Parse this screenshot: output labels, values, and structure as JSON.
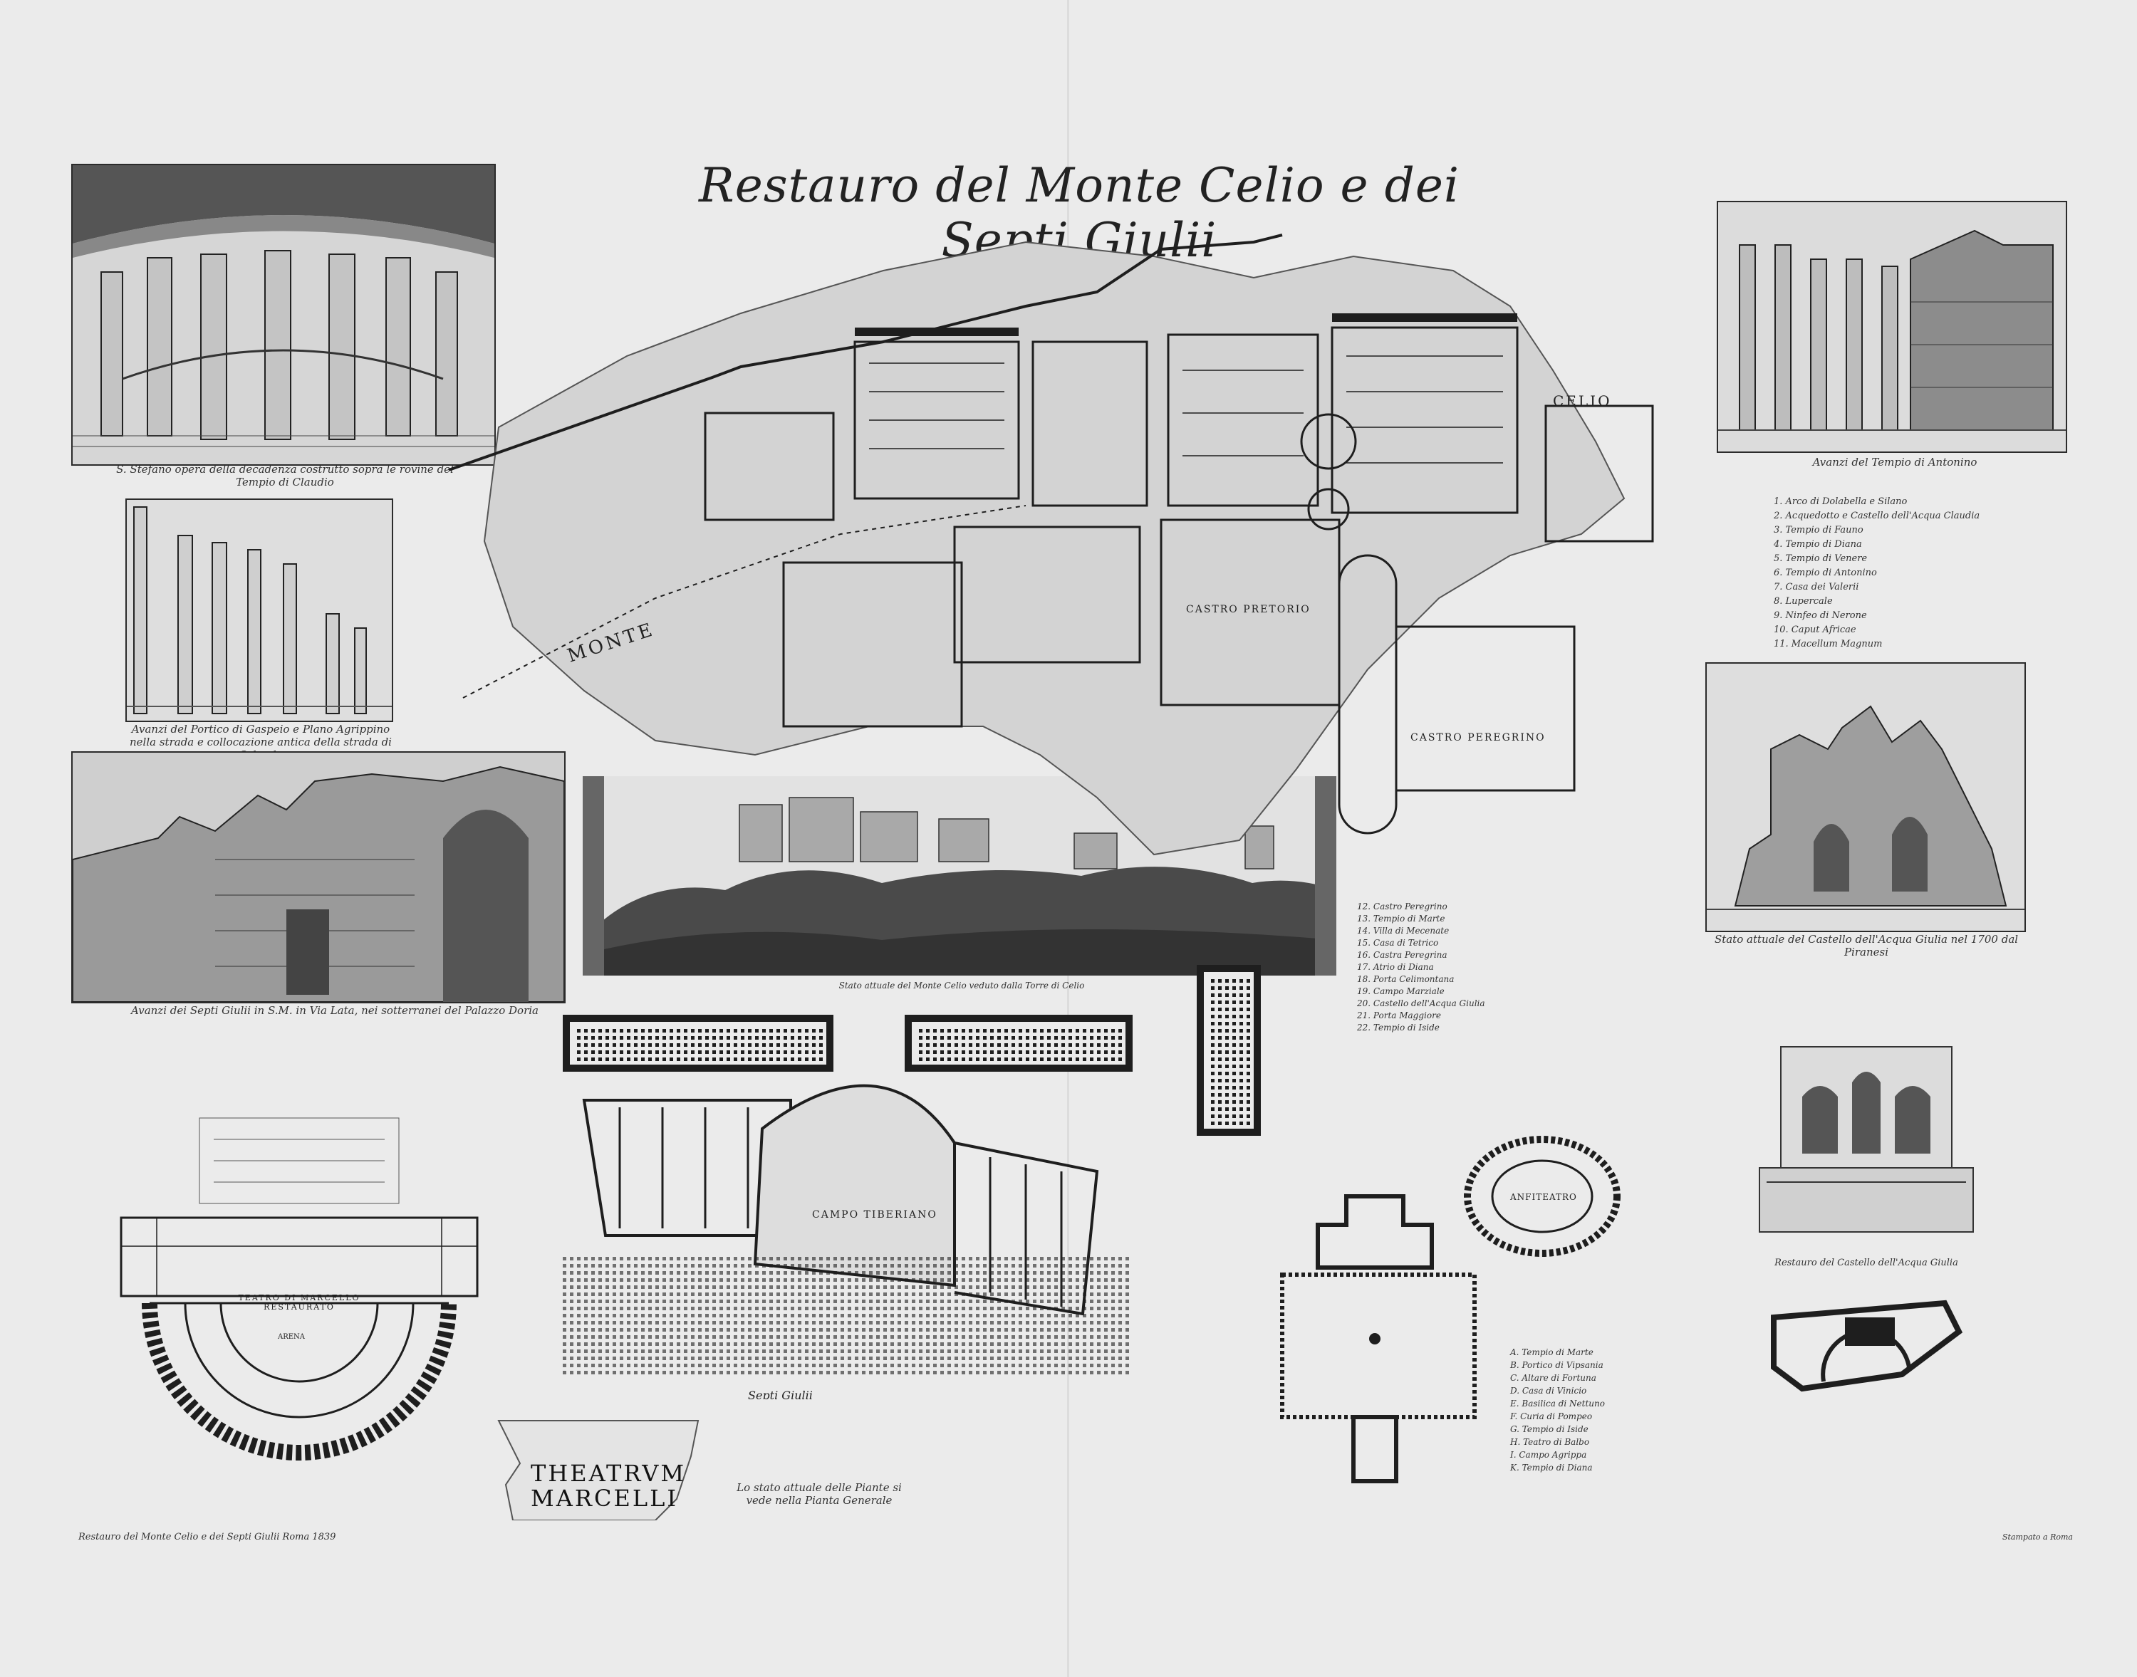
{
  "title": "Restauro del Monte Celio e dei Septi Giulii",
  "captions": {
    "rotunda": "S. Stefano opera della decadenza costrutto sopra le rovine del Tempio di Claudio",
    "temple_columns": "Avanzi del Tempio di Antonino",
    "colonnade": "Avanzi del Portico di Gaspeio e Plano Agrippino nella strada e collocazione antica della strada di Orlando",
    "castello_ruin": "Stato attuale del Castello dell'Acqua Giulia nel 1700 dal Piranesi",
    "arch_ruin": "Avanzi dei Septi Giulii in S.M. in Via Lata, nei sotterranei del Palazzo Doria",
    "panorama": "Stato attuale del Monte Celio veduto dalla Torre di Celio",
    "castello_facade": "Restauro del Castello dell'Acqua Giulia",
    "bottom_left": "Restauro del Monte Celio e dei Septi Giulii  Roma 1839",
    "bottom_right": "Stampato a Roma"
  },
  "plan_labels": {
    "monte": "MONTE",
    "celio": "CELIO",
    "castro_pretorio": "CASTRO PRETORIO",
    "castro_peregrino": "CASTRO PEREGRINO",
    "campo_tiberiano": "CAMPO TIBERIANO",
    "anfiteatro": "ANFITEATRO",
    "teatro": "TEATRO DI MARCELLO RESTAURATO",
    "arena": "ARENA",
    "septi_note": "Lo stato attuale delle Piante si vede nella Pianta Generale",
    "septi": "Septi Giulii"
  },
  "theatrum": {
    "line1": "THEATRVM",
    "line2": "MARCELLI"
  },
  "legend_right": [
    "1. Arco di Dolabella e Silano",
    "2. Acquedotto e Castello dell'Acqua Claudia",
    "3. Tempio di Fauno",
    "4. Tempio di Diana",
    "5. Tempio di Venere",
    "6. Tempio di Antonino",
    "7. Casa dei Valerii",
    "8. Lupercale",
    "9. Ninfeo di Nerone",
    "10. Caput Africae",
    "11. Macellum Magnum"
  ],
  "legend_mid": [
    "12. Castro Peregrino",
    "13. Tempio di Marte",
    "14. Villa di Mecenate",
    "15. Casa di Tetrico",
    "16. Castra Peregrina",
    "17. Atrio di Diana",
    "18. Porta Celimontana",
    "19. Campo Marziale",
    "20. Castello dell'Acqua Giulia",
    "21. Porta Maggiore",
    "22. Tempio di Iside"
  ],
  "legend_bottom": [
    "A. Tempio di Marte",
    "B. Portico di Vipsania",
    "C. Altare di Fortuna",
    "D. Casa di Vinicio",
    "E. Basilica di Nettuno",
    "F. Curia di Pompeo",
    "G. Tempio di Iside",
    "H. Teatro di Balbo",
    "I. Campo Agrippa",
    "K. Tempio di Diana"
  ],
  "colors": {
    "paper": "#ebebeb",
    "ink": "#1e1e1e",
    "wash": "#cfcfcf"
  }
}
